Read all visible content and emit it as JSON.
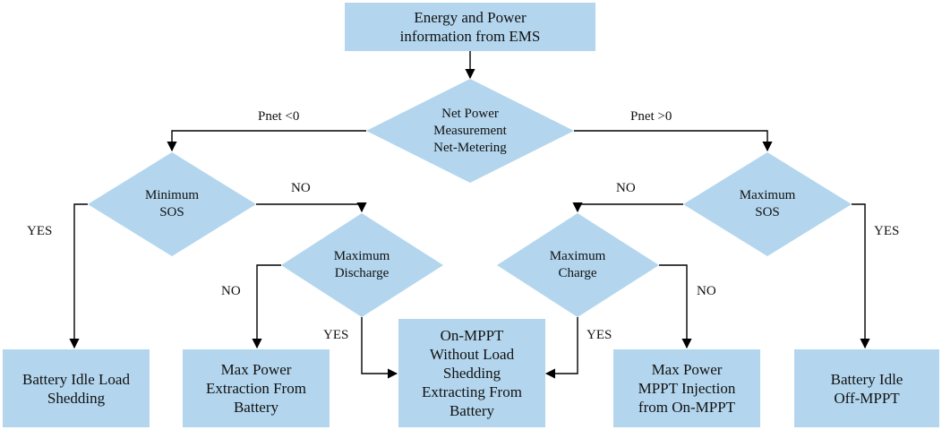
{
  "start": {
    "text": "Energy and Power\ninformation from EMS"
  },
  "decisions": {
    "net_power": "Net Power\nMeasurement\nNet-Metering",
    "minimum_sos": "Minimum\nSOS",
    "maximum_discharge": "Maximum\nDischarge",
    "maximum_charge": "Maximum\nCharge",
    "maximum_sos": "Maximum\nSOS"
  },
  "outcomes": {
    "battery_idle_load_shedding": "Battery Idle Load\nShedding",
    "max_power_extraction": "Max Power\nExtraction From\nBattery",
    "on_mppt_without_shedding": "On-MPPT\nWithout Load\nShedding\nExtracting From\nBattery",
    "max_power_mppt_injection": "Max Power\nMPPT Injection\nfrom On-MPPT",
    "battery_idle_off_mppt": "Battery Idle\nOff-MPPT"
  },
  "edge_labels": {
    "pnet_negative": "Pnet <0",
    "pnet_positive": "Pnet >0",
    "min_sos_no": "NO",
    "min_sos_yes": "YES",
    "max_sos_no": "NO",
    "max_sos_yes": "YES",
    "max_discharge_no": "NO",
    "max_discharge_yes": "YES",
    "max_charge_no": "NO",
    "max_charge_yes": "YES"
  },
  "colors": {
    "node_fill": "#b3d6ee",
    "line": "#000000"
  }
}
